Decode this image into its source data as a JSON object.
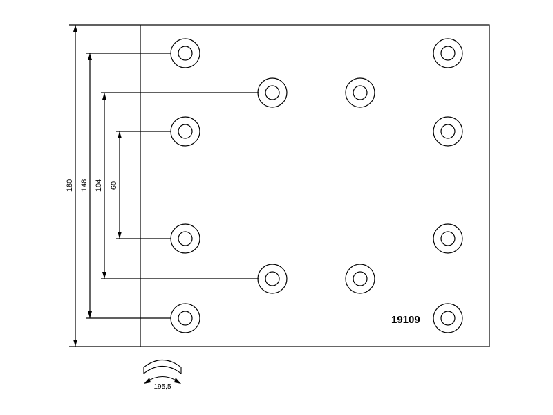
{
  "drawing": {
    "part_number": "19109",
    "dimensions": [
      {
        "id": "outer",
        "label": "180"
      },
      {
        "id": "d148",
        "label": "148"
      },
      {
        "id": "d104",
        "label": "104"
      },
      {
        "id": "d60",
        "label": "60"
      }
    ],
    "arc_length_label": "195,5",
    "hole_count": 12
  }
}
